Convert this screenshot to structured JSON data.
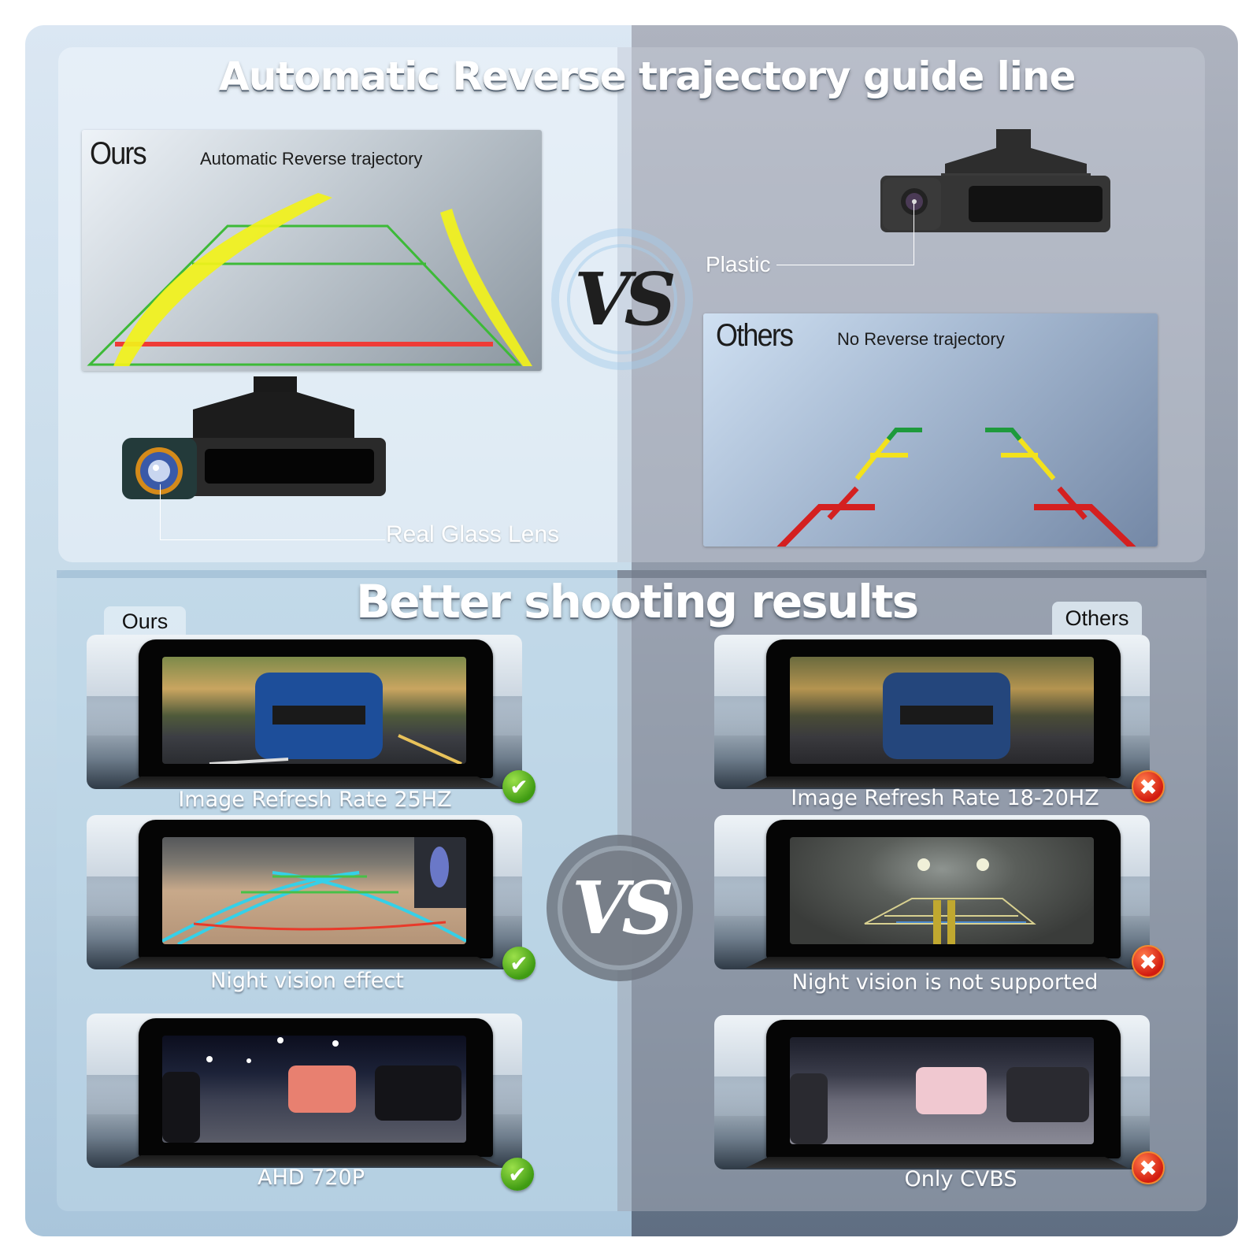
{
  "section1": {
    "title": "Automatic Reverse trajectory guide line",
    "ours": {
      "label": "Ours",
      "subtitle": "Automatic Reverse trajectory",
      "callout": "Real Glass Lens",
      "lines": {
        "dynamic": "#f2f21a",
        "static_far": "#3dba38",
        "static_near": "#ef3b36"
      }
    },
    "others": {
      "label": "Others",
      "subtitle": "No Reverse trajectory",
      "callout": "Plastic",
      "lines": {
        "far": "#1e9a3c",
        "mid": "#f3e21c",
        "near": "#d42020"
      }
    },
    "vs_label": "VS"
  },
  "section2": {
    "title": "Better shooting results",
    "ours_tab": "Ours",
    "others_tab": "Others",
    "vs_label": "VS",
    "ours_items": [
      {
        "caption": "Image Refresh Rate 25HZ",
        "status": "check"
      },
      {
        "caption": "Night vision effect",
        "status": "check"
      },
      {
        "caption": "AHD 720P",
        "status": "check"
      }
    ],
    "others_items": [
      {
        "caption": "Image Refresh Rate 18-20HZ",
        "status": "cross"
      },
      {
        "caption": "Night vision is not supported",
        "status": "cross"
      },
      {
        "caption": "Only CVBS",
        "status": "cross"
      }
    ],
    "badge_icons": {
      "check": "✔",
      "cross": "✖"
    }
  },
  "colors": {
    "ours_side": "#c3d9e8",
    "others_side": "#8e98a8",
    "check_green": "#4aa81a",
    "cross_red": "#d8261a"
  }
}
